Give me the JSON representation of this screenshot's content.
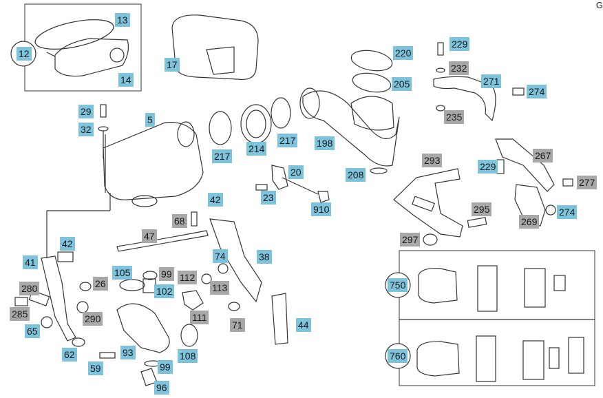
{
  "corner_text": "G",
  "labels": [
    {
      "id": "13",
      "style": "blue"
    },
    {
      "id": "12",
      "style": "blue"
    },
    {
      "id": "14",
      "style": "blue"
    },
    {
      "id": "17",
      "style": "blue"
    },
    {
      "id": "220",
      "style": "blue"
    },
    {
      "id": "205",
      "style": "blue"
    },
    {
      "id": "229",
      "style": "blue"
    },
    {
      "id": "232",
      "style": "gray"
    },
    {
      "id": "271",
      "style": "blue"
    },
    {
      "id": "274",
      "style": "blue"
    },
    {
      "id": "235",
      "style": "gray"
    },
    {
      "id": "29",
      "style": "blue"
    },
    {
      "id": "32",
      "style": "blue"
    },
    {
      "id": "5",
      "style": "blue"
    },
    {
      "id": "217",
      "style": "blue"
    },
    {
      "id": "214",
      "style": "blue"
    },
    {
      "id": "217",
      "style": "blue"
    },
    {
      "id": "198",
      "style": "blue"
    },
    {
      "id": "208",
      "style": "blue"
    },
    {
      "id": "293",
      "style": "gray"
    },
    {
      "id": "267",
      "style": "gray"
    },
    {
      "id": "229",
      "style": "blue"
    },
    {
      "id": "277",
      "style": "gray"
    },
    {
      "id": "20",
      "style": "blue"
    },
    {
      "id": "23",
      "style": "blue"
    },
    {
      "id": "910",
      "style": "blue"
    },
    {
      "id": "42",
      "style": "blue"
    },
    {
      "id": "68",
      "style": "gray"
    },
    {
      "id": "295",
      "style": "gray"
    },
    {
      "id": "274",
      "style": "blue"
    },
    {
      "id": "269",
      "style": "gray"
    },
    {
      "id": "47",
      "style": "gray"
    },
    {
      "id": "297",
      "style": "gray"
    },
    {
      "id": "42",
      "style": "blue"
    },
    {
      "id": "41",
      "style": "blue"
    },
    {
      "id": "74",
      "style": "blue"
    },
    {
      "id": "38",
      "style": "blue"
    },
    {
      "id": "105",
      "style": "blue"
    },
    {
      "id": "99",
      "style": "gray"
    },
    {
      "id": "26",
      "style": "gray"
    },
    {
      "id": "280",
      "style": "gray"
    },
    {
      "id": "112",
      "style": "gray"
    },
    {
      "id": "113",
      "style": "gray"
    },
    {
      "id": "102",
      "style": "blue"
    },
    {
      "id": "285",
      "style": "gray"
    },
    {
      "id": "290",
      "style": "gray"
    },
    {
      "id": "111",
      "style": "gray"
    },
    {
      "id": "65",
      "style": "blue"
    },
    {
      "id": "71",
      "style": "gray"
    },
    {
      "id": "44",
      "style": "blue"
    },
    {
      "id": "62",
      "style": "blue"
    },
    {
      "id": "93",
      "style": "blue"
    },
    {
      "id": "108",
      "style": "blue"
    },
    {
      "id": "99",
      "style": "blue"
    },
    {
      "id": "59",
      "style": "blue"
    },
    {
      "id": "96",
      "style": "blue"
    },
    {
      "id": "750",
      "style": "blue"
    },
    {
      "id": "760",
      "style": "blue"
    }
  ]
}
